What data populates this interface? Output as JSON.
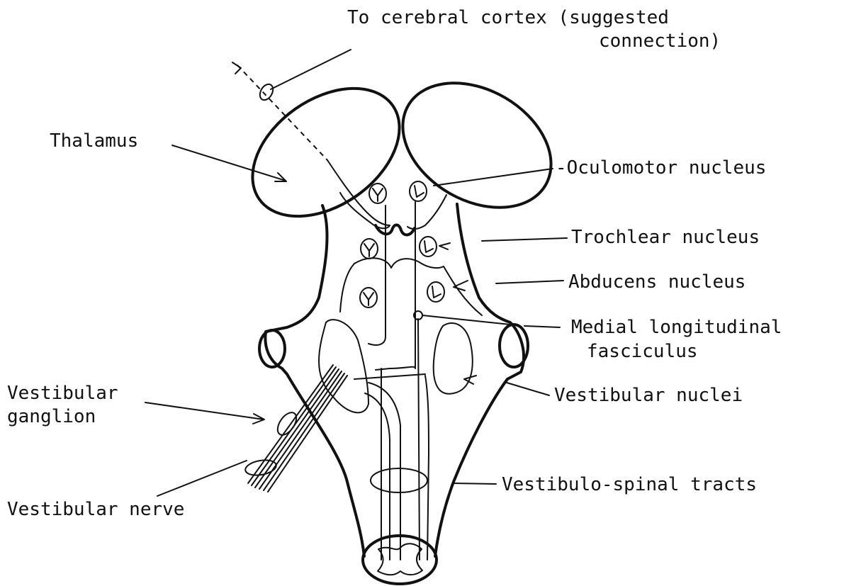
{
  "labels": {
    "cortex_line1": "To cerebral cortex (suggested",
    "cortex_line2": "connection)",
    "thalamus": "Thalamus",
    "oculomotor": "-Oculomotor nucleus",
    "trochlear": "Trochlear nucleus",
    "abducens": "Abducens nucleus",
    "mlf_line1": "Medial longitudinal",
    "mlf_line2": "fasciculus",
    "vestibular_ganglion_line1": "Vestibular",
    "vestibular_ganglion_line2": "ganglion",
    "vestibular_nuclei": "Vestibular nuclei",
    "vestibulo_spinal": "Vestibulo-spinal tracts",
    "vestibular_nerve": "Vestibular nerve"
  }
}
